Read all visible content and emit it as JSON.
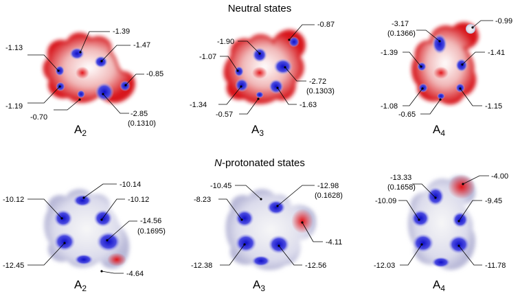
{
  "sections": {
    "neutral_title": "Neutral states",
    "protonated_title_italic": "N",
    "protonated_title_rest": "-protonated states"
  },
  "panels": [
    {
      "id": "n-a2",
      "base": "A",
      "sub": "2",
      "labels": [
        "-1.39",
        "-1.13",
        "-1.47",
        "-0.85",
        "-1.19",
        "-0.70",
        "-2.85",
        "(0.1310)"
      ]
    },
    {
      "id": "n-a3",
      "base": "A",
      "sub": "3",
      "labels": [
        "-0.87",
        "-1.90",
        "-1.07",
        "-2.72",
        "(0.1303)",
        "-1.34",
        "-1.63",
        "-0.57"
      ]
    },
    {
      "id": "n-a4",
      "base": "A",
      "sub": "4",
      "labels": [
        "-0.99",
        "-3.17",
        "(0.1366)",
        "-1.39",
        "-1.41",
        "-1.08",
        "-1.15",
        "-0.65"
      ]
    },
    {
      "id": "p-a2",
      "base": "A",
      "sub": "2",
      "labels": [
        "-10.14",
        "-10.12",
        "-10.12",
        "-14.56",
        "(0.1695)",
        "-12.45",
        "-4.64"
      ]
    },
    {
      "id": "p-a3",
      "base": "A",
      "sub": "3",
      "labels": [
        "-10.45",
        "-8.23",
        "-12.98",
        "(0.1628)",
        "-4.11",
        "-12.38",
        "-12.56"
      ]
    },
    {
      "id": "p-a4",
      "base": "A",
      "sub": "4",
      "labels": [
        "-13.33",
        "(0.1658)",
        "-4.00",
        "-10.09",
        "-9.45",
        "-12.03",
        "-11.78"
      ]
    }
  ],
  "colors": {
    "negative": "#e8262a",
    "positive": "#2222d6",
    "neutral": "#f2f2f2"
  }
}
